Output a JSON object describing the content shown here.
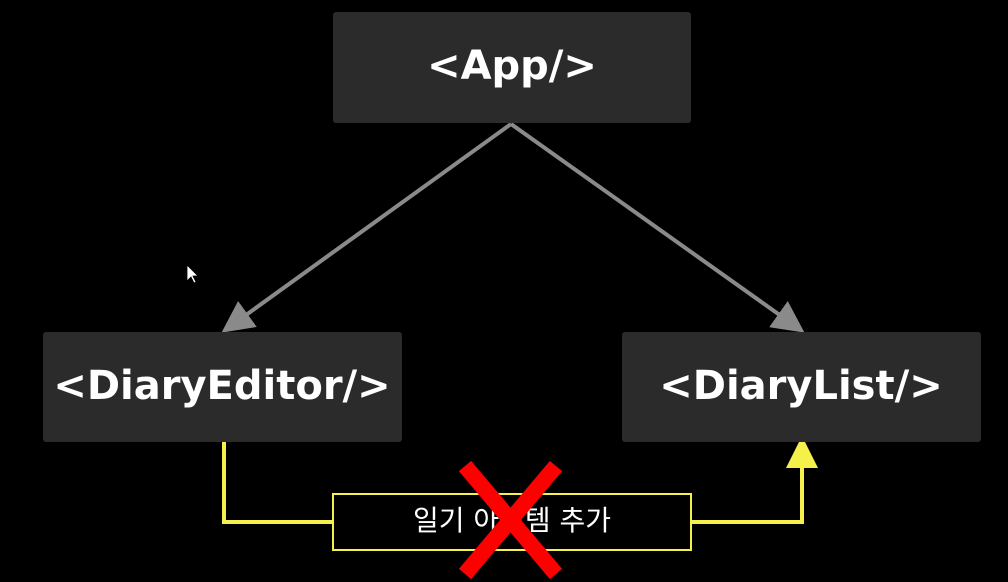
{
  "nodes": {
    "app": {
      "label": "<App/>"
    },
    "editor": {
      "label": "<DiaryEditor/>"
    },
    "list": {
      "label": "<DiaryList/>"
    }
  },
  "event": {
    "label": "일기 아이템 추가"
  },
  "colors": {
    "background": "#000000",
    "node_fill": "#2b2b2b",
    "node_text": "#ffffff",
    "tree_edge": "#8a8a8a",
    "data_flow": "#f5f04a",
    "blocked_mark": "#ff0000"
  },
  "icons": {
    "blocked": "red-x-icon",
    "cursor": "mouse-pointer-icon"
  }
}
